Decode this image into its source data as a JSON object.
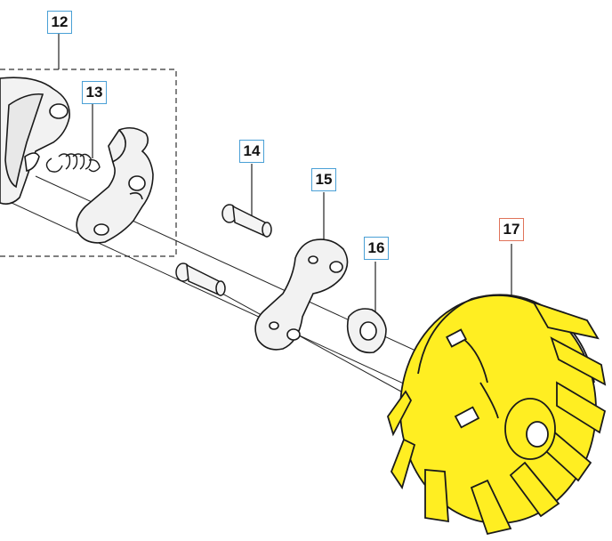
{
  "diagram": {
    "labels": {
      "part_12": "12",
      "part_13": "13",
      "part_14": "14",
      "part_15": "15",
      "part_16": "16",
      "part_17": "17"
    },
    "highlighted_part": "17",
    "colors": {
      "callout_border": "#4aa0d6",
      "callout_border_highlight": "#e0735a",
      "highlight_fill": "#ffee22",
      "part_fill": "#f2f2f2",
      "line": "#1a1a1a"
    }
  }
}
